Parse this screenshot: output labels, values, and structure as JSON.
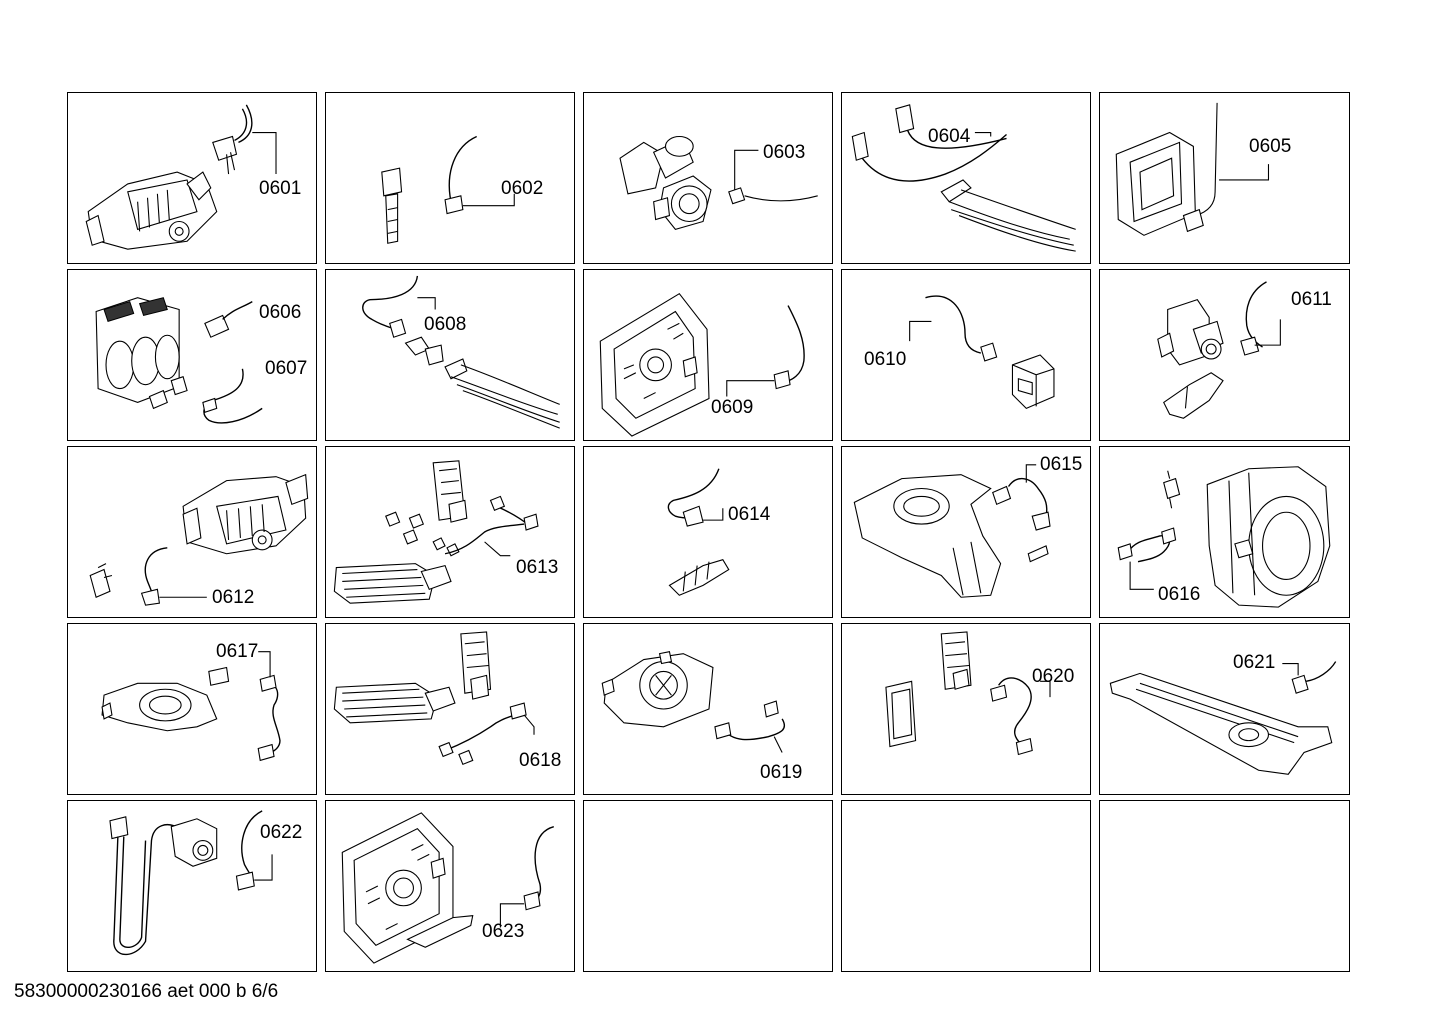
{
  "document": {
    "footer": "58300000230166 aet 000 b 6/6"
  },
  "cells": [
    {
      "id": "c1",
      "labels": [
        "0601"
      ]
    },
    {
      "id": "c2",
      "labels": [
        "0602"
      ]
    },
    {
      "id": "c3",
      "labels": [
        "0603"
      ]
    },
    {
      "id": "c4",
      "labels": [
        "0604"
      ]
    },
    {
      "id": "c5",
      "labels": [
        "0605"
      ]
    },
    {
      "id": "c6",
      "labels": [
        "0606",
        "0607"
      ]
    },
    {
      "id": "c7",
      "labels": [
        "0608"
      ]
    },
    {
      "id": "c8",
      "labels": [
        "0609"
      ]
    },
    {
      "id": "c9",
      "labels": [
        "0610"
      ]
    },
    {
      "id": "c10",
      "labels": [
        "0611"
      ]
    },
    {
      "id": "c11",
      "labels": [
        "0612"
      ]
    },
    {
      "id": "c12",
      "labels": [
        "0613"
      ]
    },
    {
      "id": "c13",
      "labels": [
        "0614"
      ]
    },
    {
      "id": "c14",
      "labels": [
        "0615"
      ]
    },
    {
      "id": "c15",
      "labels": [
        "0616"
      ]
    },
    {
      "id": "c16",
      "labels": [
        "0617"
      ]
    },
    {
      "id": "c17",
      "labels": [
        "0618"
      ]
    },
    {
      "id": "c18",
      "labels": [
        "0619"
      ]
    },
    {
      "id": "c19",
      "labels": [
        "0620"
      ]
    },
    {
      "id": "c20",
      "labels": [
        "0621"
      ]
    },
    {
      "id": "c21",
      "labels": [
        "0622"
      ]
    },
    {
      "id": "c22",
      "labels": [
        "0623"
      ]
    },
    {
      "id": "c23",
      "labels": []
    },
    {
      "id": "c24",
      "labels": []
    },
    {
      "id": "c25",
      "labels": []
    }
  ]
}
